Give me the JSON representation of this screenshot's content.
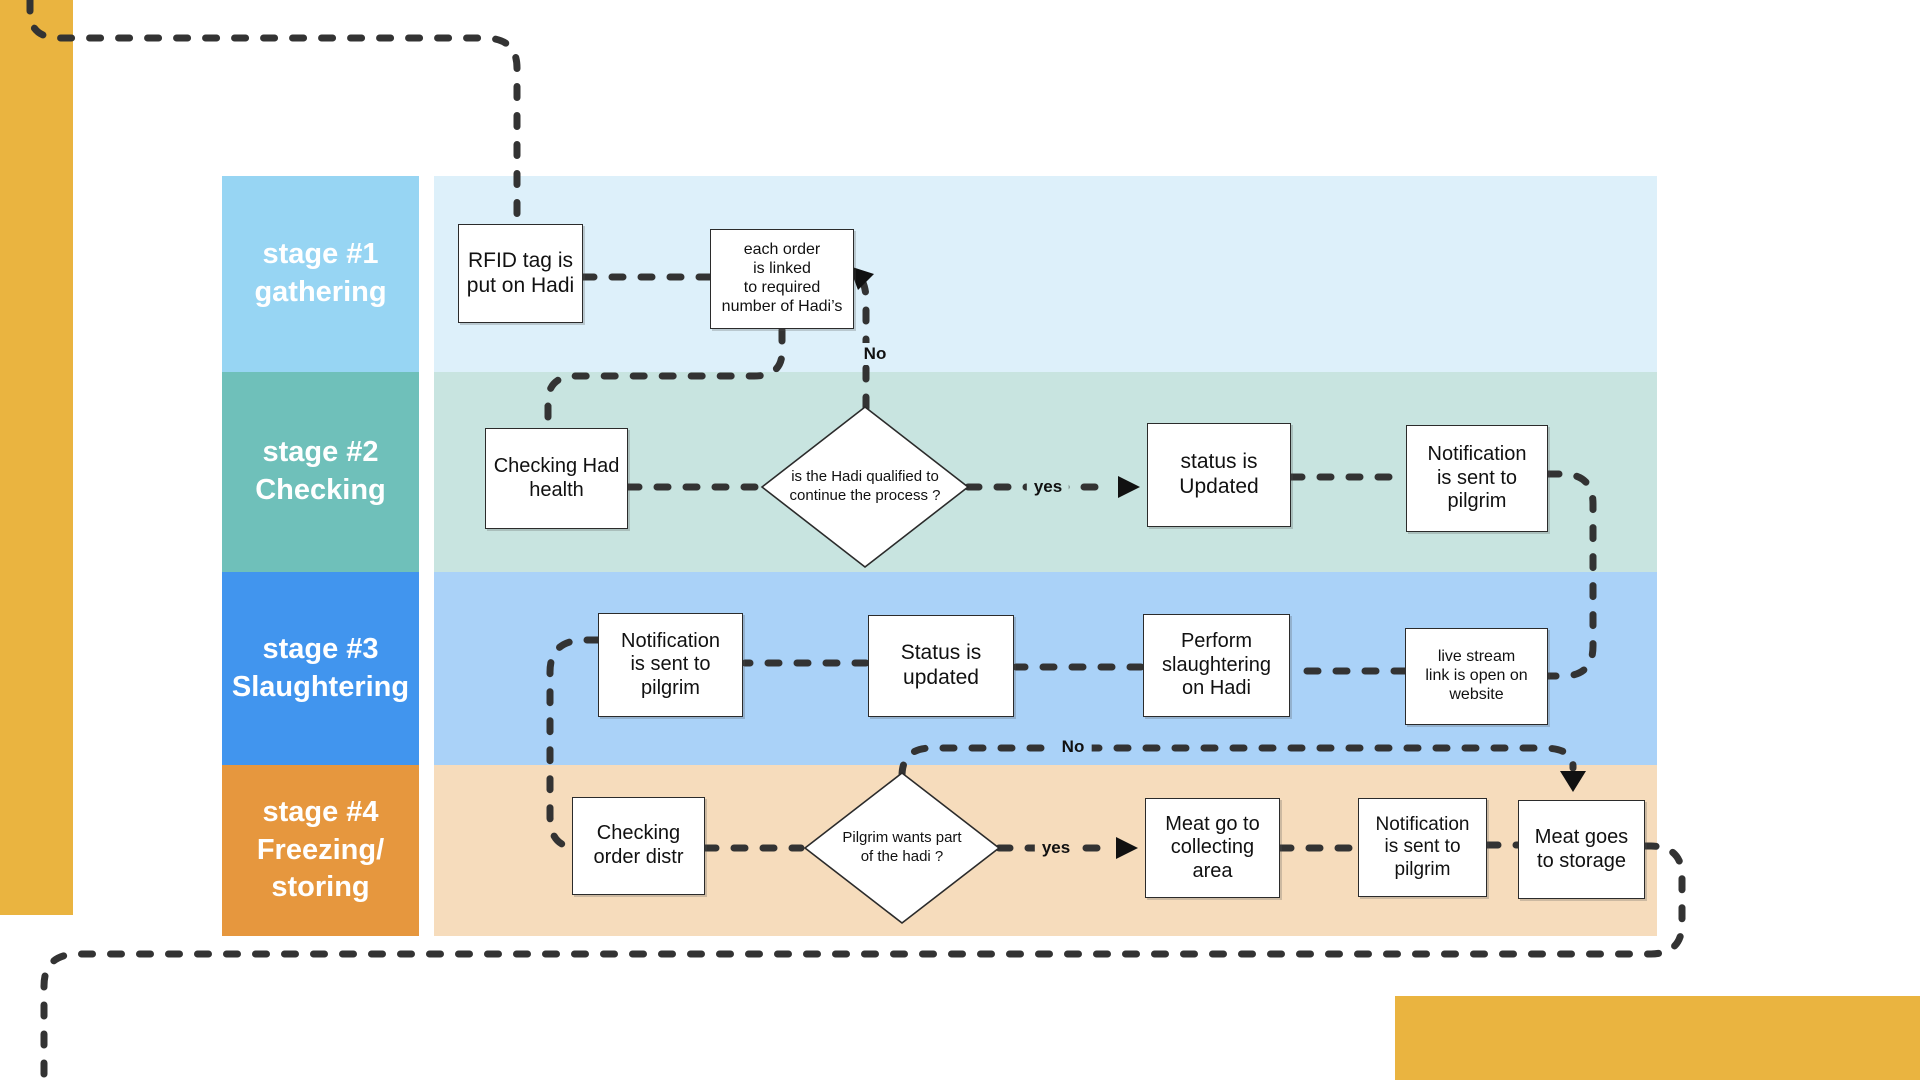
{
  "title": "Hadi process flowchart - four stage swimlane diagram",
  "lanes": [
    {
      "id": "stage-1",
      "label": "stage #1\ngathering",
      "label_bg": "#97d5f3",
      "content_bg": "#ddf0fa"
    },
    {
      "id": "stage-2",
      "label": "stage #2\nChecking",
      "label_bg": "#6fc0ba",
      "content_bg": "#c8e4e0"
    },
    {
      "id": "stage-3",
      "label": "stage #3\nSlaughtering",
      "label_bg": "#4195ee",
      "content_bg": "#aad2f8"
    },
    {
      "id": "stage-4",
      "label": "stage #4\nFreezing/\nstoring",
      "label_bg": "#e6973e",
      "content_bg": "#f6dcbc"
    }
  ],
  "nodes": {
    "rfid": {
      "label": "RFID tag is\nput on Hadi"
    },
    "order": {
      "label": "each order\nis linked\nto required\nnumber of Hadi’s"
    },
    "check_health": {
      "label": "Checking Had\nhealth"
    },
    "status2": {
      "label": "status is\nUpdated"
    },
    "notif2": {
      "label": "Notification\nis sent to\npilgrim"
    },
    "notif3": {
      "label": "Notification\nis sent to\npilgrim"
    },
    "status3": {
      "label": "Status is\nupdated"
    },
    "perform": {
      "label": "Perform\nslaughtering\non Hadi"
    },
    "live": {
      "label": "live stream\nlink is open on\nwebsite"
    },
    "check_order": {
      "label": "Checking\norder distr"
    },
    "collect": {
      "label": "Meat go to\ncollecting\narea"
    },
    "notif4": {
      "label": "Notification\nis sent to\npilgrim"
    },
    "storage": {
      "label": "Meat goes\nto storage"
    }
  },
  "decisions": {
    "qualified": {
      "label": "is the Hadi qualified to\ncontinue the process ?"
    },
    "wants_part": {
      "label": "Pilgrim wants part\nof the hadi ?"
    }
  },
  "edge_labels": {
    "yes_top": "yes",
    "no_top": "No",
    "yes_bottom": "yes",
    "no_bottom": "No"
  },
  "colors": {
    "accent_yellow": "#eab440",
    "lane1_label": "#97d5f3",
    "lane1_content": "#ddf0fa",
    "lane2_label": "#6fc0ba",
    "lane2_content": "#c8e4e0",
    "lane3_label": "#4195ee",
    "lane3_content": "#aad2f8",
    "lane4_label": "#e6973e",
    "lane4_content": "#f6dcbc",
    "connector": "#333333",
    "node_fill": "#ffffff",
    "node_border": "#2b2b2b"
  }
}
